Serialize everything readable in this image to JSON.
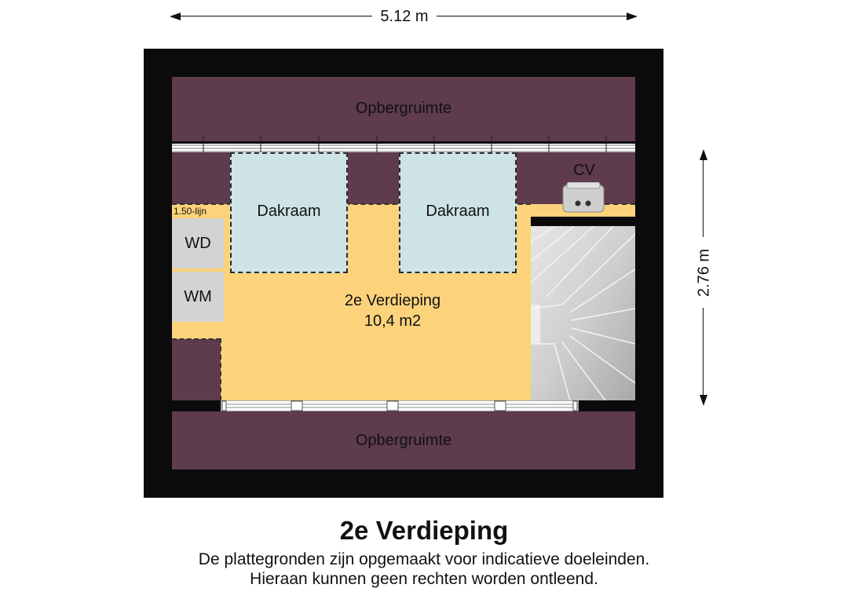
{
  "dimensions": {
    "width_label": "5.12 m",
    "height_label": "2.76 m"
  },
  "rooms": {
    "storage_top": "Opbergruimte",
    "storage_bottom": "Opbergruimte",
    "skylight_left": "Dakraam",
    "skylight_right": "Dakraam",
    "boiler": "CV",
    "height_line": "1.50-lijn",
    "dryer": "WD",
    "washer": "WM",
    "main_room_name": "2e Verdieping",
    "main_room_area": "10,4 m2"
  },
  "footer": {
    "title": "2e Verdieping",
    "disclaimer_line1": "De plattegronden zijn opgemaakt voor indicatieve doeleinden.",
    "disclaimer_line2": "Hieraan kunnen geen rechten worden ontleend."
  },
  "colors": {
    "wall": "#0b0b0b",
    "storage": "#5e3b4d",
    "floor": "#fcd37a",
    "skylight": "#cde3e5",
    "stairs": "#bdbdbd",
    "appliance": "#d3d3d3"
  }
}
